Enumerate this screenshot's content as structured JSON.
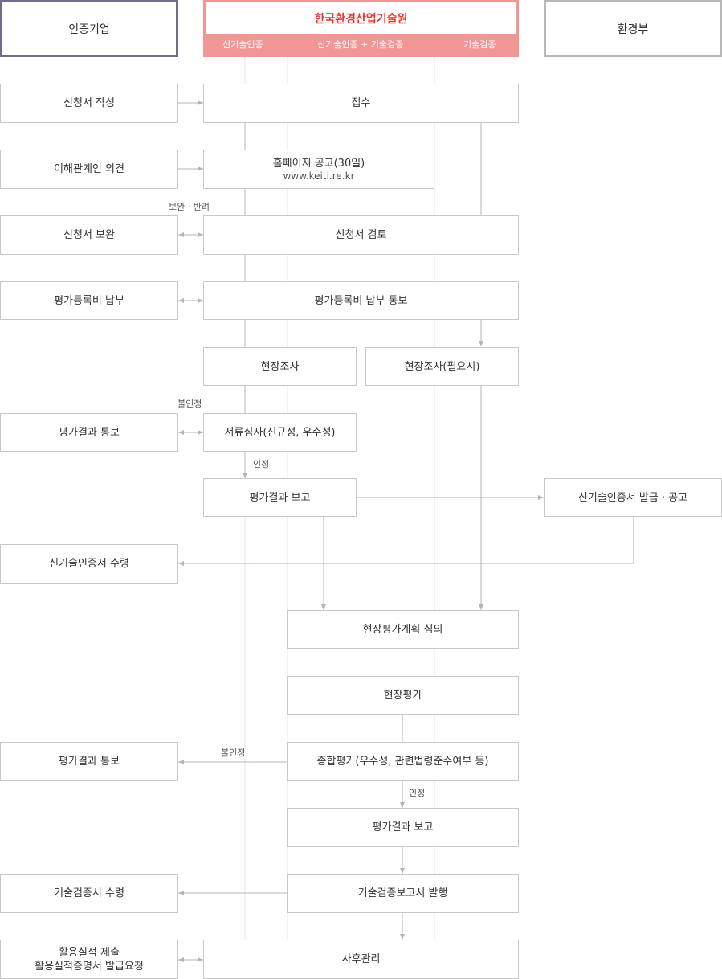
{
  "header": {
    "company": "인증기업",
    "keiti": {
      "title": "한국환경산업기술원",
      "sub_new_tech": "신기술인증",
      "sub_both": "신기술인증 + 기술검증",
      "sub_verify": "기술검증"
    },
    "ministry": "환경부"
  },
  "steps": {
    "apply_write": "신청서 작성",
    "receipt": "접수",
    "stakeholder": "이해관계인 의견",
    "homepage_notice": "홈페이지 공고(30일)",
    "homepage_url": "www.keiti.re.kr",
    "apply_supplement": "신청서 보완",
    "apply_review": "신청서 검토",
    "fee_pay": "평가등록비 납부",
    "fee_notice": "평가등록비 납부 통보",
    "site_survey": "현장조사",
    "site_survey_opt": "현장조사(필요시)",
    "result_notice_1": "평가결과 통보",
    "doc_review": "서류심사(신규성, 우수성)",
    "result_report_1": "평가결과 보고",
    "cert_issue": "신기술인증서 발급 · 공고",
    "cert_receive": "신기술인증서 수령",
    "site_plan": "현장평가계획 심의",
    "site_eval": "현장평가",
    "result_notice_2": "평가결과 통보",
    "overall_eval": "종합평가(우수성, 관련법령준수여부 등)",
    "result_report_2": "평가결과 보고",
    "verify_receive": "기술검증서 수령",
    "verify_issue": "기술검증보고서 발행",
    "usage_submit": "활용실적 제출",
    "usage_request": "활용실적증명서 발급요청",
    "aftercare": "사후관리"
  },
  "labels": {
    "supplement_reject": "보완 · 반려",
    "reject_1": "불인정",
    "approve_1": "인정",
    "reject_2": "불인정",
    "approve_2": "인정"
  },
  "colors": {
    "accent": "#f29595",
    "title_red": "#e8342f",
    "company_border": "#6e6e8a",
    "ministry_border": "#b8b8b8",
    "box_border": "#c8c8c8",
    "lane_line": "#f5dcdc",
    "connector": "#b4b4b4"
  }
}
